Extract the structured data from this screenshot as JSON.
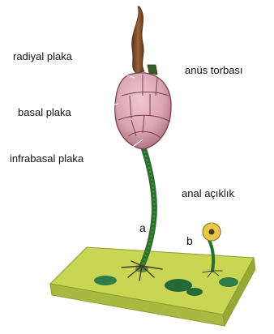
{
  "labels": {
    "radial_plate": "radiyal plaka",
    "anal_sac": "anüs torbası",
    "basal_plate": "basal plaka",
    "infrabasal_plate": "infrabasal plaka",
    "anal_opening": "anal açıklık",
    "letter_a": "a",
    "letter_b": "b"
  },
  "colors": {
    "calyx": "#d9a5b0",
    "calyx_lines": "#7a3f4c",
    "stem": "#2c6e2c",
    "arm": "#7a4a2a",
    "ground_top": "#c9d653",
    "ground_side": "#a9b83e",
    "anal_opening": "#e7c84a"
  }
}
